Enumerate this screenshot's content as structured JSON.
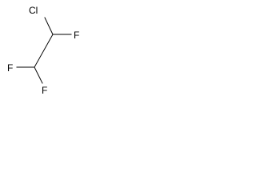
{
  "molecule": {
    "atoms": {
      "cl": "Cl",
      "f_right": "F",
      "f_left": "F",
      "f_bottom": "F"
    },
    "colors": {
      "bond": "#000000",
      "label": "#000000",
      "background": "#ffffff"
    }
  }
}
